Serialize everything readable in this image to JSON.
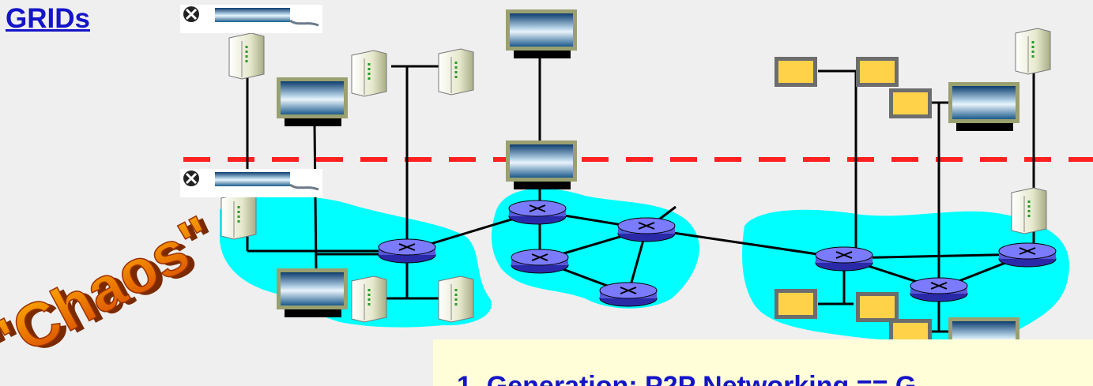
{
  "title": "GRIDs",
  "chaos_label": "\"Chaos\"",
  "footer_text": "1. Generation: P2P Networking == G"
}
